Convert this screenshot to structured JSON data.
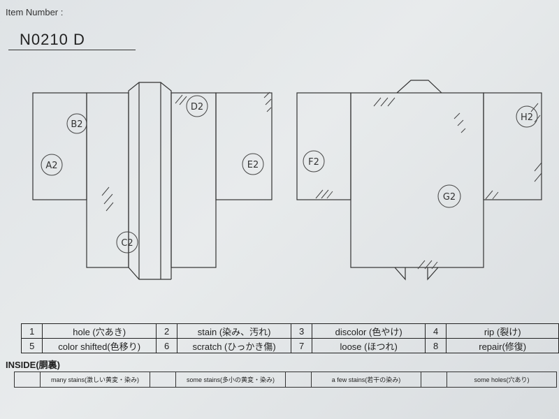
{
  "header": {
    "item_number_label": "Item Number :",
    "item_code": "N0210   D"
  },
  "diagram": {
    "front_labels": [
      "A2",
      "B2",
      "C2",
      "D2",
      "E2"
    ],
    "back_labels": [
      "F2",
      "G2",
      "H2"
    ]
  },
  "defect_codes": [
    {
      "num": "1",
      "label": "hole (穴あき)"
    },
    {
      "num": "2",
      "label": "stain (染み、汚れ)"
    },
    {
      "num": "3",
      "label": "discolor (色やけ)"
    },
    {
      "num": "4",
      "label": "rip (裂け)"
    },
    {
      "num": "5",
      "label": "color shifted(色移り)"
    },
    {
      "num": "6",
      "label": "scratch (ひっかき傷)"
    },
    {
      "num": "7",
      "label": "loose (ほつれ)"
    },
    {
      "num": "8",
      "label": "repair(修復)"
    }
  ],
  "inside": {
    "title": "INSIDE(胴裏)",
    "items": [
      "many stains(激しい黄変・染み)",
      "some stains(多小の黄変・染み)",
      "a few stains(若干の染み)",
      "some holes(穴あり)"
    ]
  }
}
